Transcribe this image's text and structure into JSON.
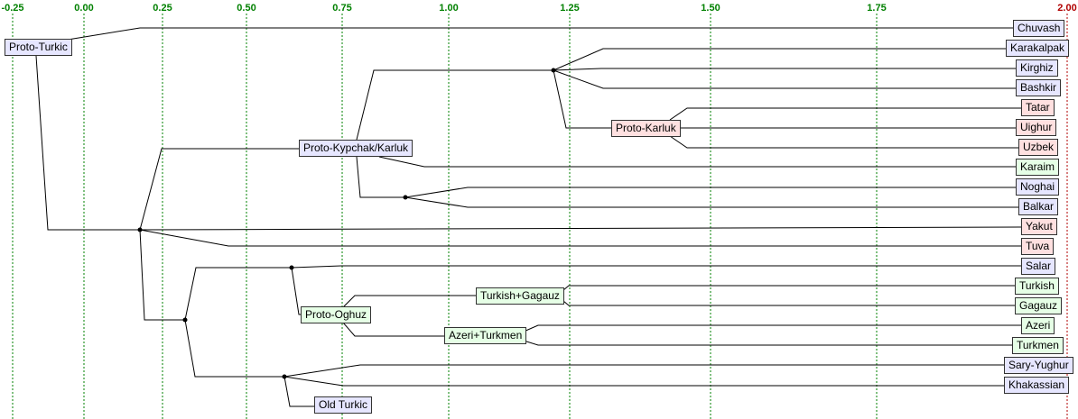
{
  "axis": {
    "ticks": [
      "-0.25",
      "0.00",
      "0.25",
      "0.50",
      "0.75",
      "1.00",
      "1.25",
      "1.50",
      "1.75",
      "2.00"
    ],
    "tick_color": "#008000",
    "last_tick_color": "#b00000"
  },
  "colors": {
    "blue": "#e6e6ff",
    "pink": "#ffe0e0",
    "green": "#e6ffe6",
    "grid": "#008000"
  },
  "nodes": {
    "proto_turkic": {
      "label": "Proto-Turkic",
      "color": "blue"
    },
    "chuvash": {
      "label": "Chuvash",
      "color": "blue"
    },
    "karakalpak": {
      "label": "Karakalpak",
      "color": "blue"
    },
    "kirghiz": {
      "label": "Kirghiz",
      "color": "blue"
    },
    "bashkir": {
      "label": "Bashkir",
      "color": "blue"
    },
    "tatar": {
      "label": "Tatar",
      "color": "pink"
    },
    "uighur": {
      "label": "Uighur",
      "color": "pink"
    },
    "uzbek": {
      "label": "Uzbek",
      "color": "pink"
    },
    "proto_karluk": {
      "label": "Proto-Karluk",
      "color": "pink"
    },
    "proto_kypchak": {
      "label": "Proto-Kypchak/Karluk",
      "color": "blue"
    },
    "karaim": {
      "label": "Karaim",
      "color": "green"
    },
    "noghai": {
      "label": "Noghai",
      "color": "blue"
    },
    "balkar": {
      "label": "Balkar",
      "color": "blue"
    },
    "yakut": {
      "label": "Yakut",
      "color": "pink"
    },
    "tuva": {
      "label": "Tuva",
      "color": "pink"
    },
    "salar": {
      "label": "Salar",
      "color": "blue"
    },
    "turkish": {
      "label": "Turkish",
      "color": "green"
    },
    "gagauz": {
      "label": "Gagauz",
      "color": "green"
    },
    "turkish_gagauz": {
      "label": "Turkish+Gagauz",
      "color": "green"
    },
    "proto_oghuz": {
      "label": "Proto-Oghuz",
      "color": "green"
    },
    "azeri": {
      "label": "Azeri",
      "color": "green"
    },
    "turkmen": {
      "label": "Turkmen",
      "color": "green"
    },
    "azeri_turkmen": {
      "label": "Azeri+Turkmen",
      "color": "green"
    },
    "sary_yughur": {
      "label": "Sary-Yughur",
      "color": "blue"
    },
    "khakassian": {
      "label": "Khakassian",
      "color": "blue"
    },
    "old_turkic": {
      "label": "Old Turkic",
      "color": "blue"
    }
  }
}
